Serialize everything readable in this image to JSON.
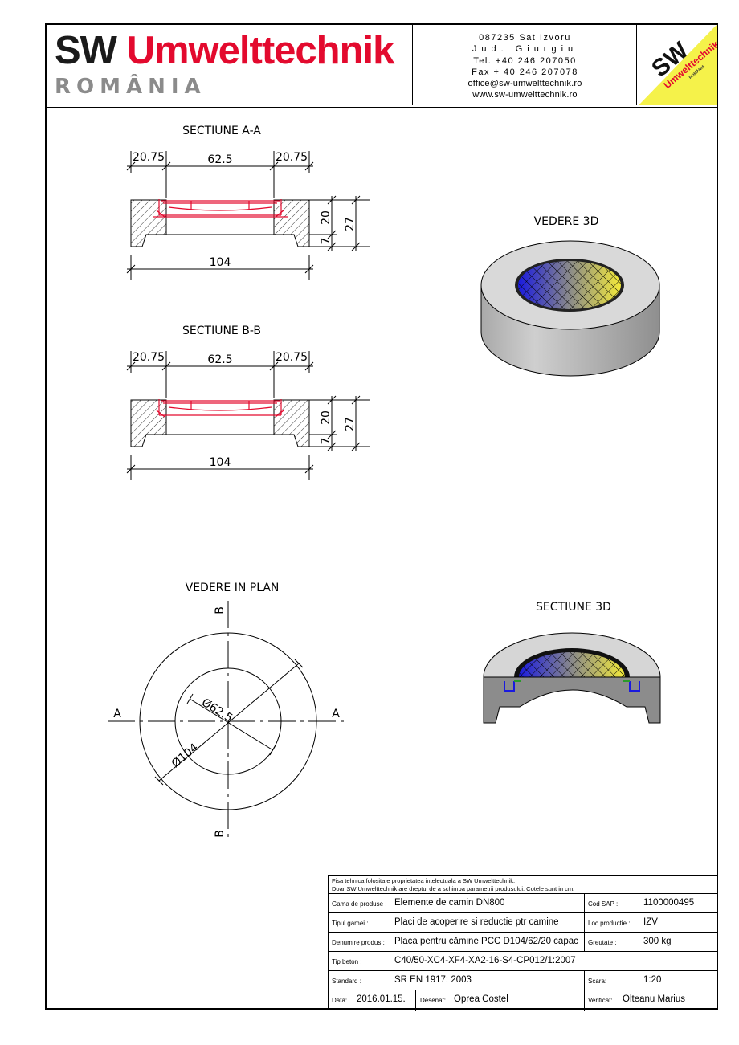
{
  "header": {
    "brand_sw": "SW",
    "brand_name": "Umwelttechnik",
    "brand_country": "ROMÂNIA",
    "contact": [
      "087235 Sat Izvoru",
      "Jud. Giurgiu",
      "Tel. +40 246 207050",
      "Fax + 40 246 207078",
      "office@sw-umwelttechnik.ro",
      "www.sw-umwelttechnik.ro"
    ],
    "logo": {
      "sw": "SW",
      "name": "Umwelttechnik",
      "country": "ROMÂNIA",
      "bg_color": "#f5f24a",
      "text_color": "#e30a2e"
    }
  },
  "sections": {
    "a_title": "SECTIUNE A-A",
    "b_title": "SECTIUNE B-B",
    "plan_title": "VEDERE IN PLAN",
    "view3d_title": "VEDERE 3D",
    "section3d_title": "SECTIUNE 3D"
  },
  "dims": {
    "side": "20.75",
    "opening": "62.5",
    "total": "104",
    "h20": "20",
    "h7": "7",
    "h27": "27",
    "d_inner": "Ø62.5",
    "d_outer": "Ø104",
    "cut_a": "A",
    "cut_b": "B"
  },
  "titleblock": {
    "note_1": "Fisa tehnica folosita e proprietatea intelectuala a SW Umwelttechnik.",
    "note_2": "Doar SW Umwelttechnik are dreptul de a schimba parametrii produsului. Cotele sunt in cm.",
    "gama_label": "Gama de produse :",
    "gama_value": "Elemente de camin DN800",
    "cod_label": "Cod SAP :",
    "cod_value": "1100000495",
    "tip_label": "Tipul gamei :",
    "tip_value": "Placi de acoperire si reductie ptr camine",
    "loc_label": "Loc productie :",
    "loc_value": "IZV",
    "den_label": "Denumire produs :",
    "den_value": "Placa pentru cămine PCC D104/62/20 capac",
    "greut_label": "Greutate :",
    "greut_value": "300 kg",
    "beton_label": "Tip beton :",
    "beton_value": "C40/50-XC4-XF4-XA2-16-S4-CP012/1:2007",
    "std_label": "Standard :",
    "std_value": "SR EN 1917: 2003",
    "scara_label": "Scara:",
    "scara_value": "1:20",
    "data_label": "Data:",
    "data_value": "2016.01.15.",
    "desenat_label": "Desenat:",
    "desenat_value": "Oprea Costel",
    "verif_label": "Verificat:",
    "verif_value": "Olteanu Marius"
  }
}
